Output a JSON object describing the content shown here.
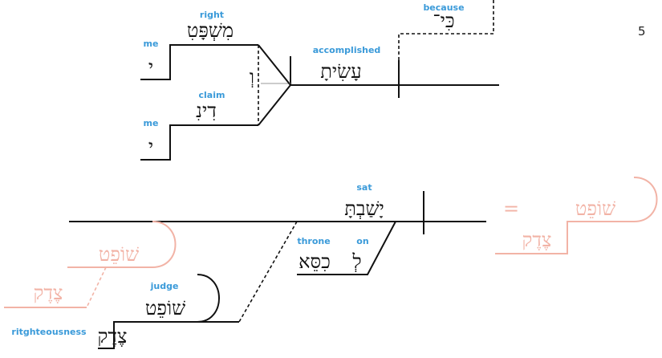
{
  "verse_number": "5",
  "clause1": {
    "connector_word": "כִּי־",
    "connector_gloss": "because",
    "verb": "עָשִׂיתָ",
    "verb_gloss": "accomplished",
    "conjunction": "וְ",
    "object1": {
      "noun": "מִשְׁפָּטִ",
      "noun_gloss": "right",
      "suffix": "י",
      "suffix_gloss": "me"
    },
    "object2": {
      "noun": "דִינִ",
      "noun_gloss": "claim",
      "suffix": "י",
      "suffix_gloss": "me"
    }
  },
  "clause2": {
    "verb": "יָשַׁבְתָּ",
    "verb_gloss": "sat",
    "preposition": "לְ",
    "preposition_gloss": "on",
    "prep_object": "כִסֵּא",
    "prep_object_gloss": "throne",
    "participle": "שׁוֹפֵט",
    "participle_gloss": "judge",
    "participle_object": "צֶדֶק",
    "participle_object_gloss": "ritghteousness",
    "faded_participle": "שׁוֹפֵט",
    "faded_participle_object": "צֶדֶק",
    "apposition_participle": "שׁוֹפֵט",
    "apposition_object": "צֶדֶק",
    "equals_sign": "="
  }
}
